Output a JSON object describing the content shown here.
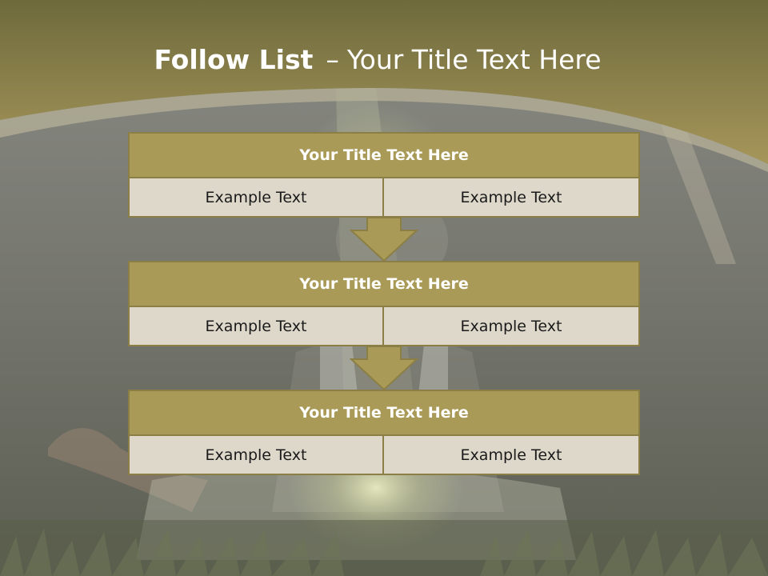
{
  "slide": {
    "title_bold": "Follow List",
    "title_separator": "–",
    "title_rest": "Your Title Text Here",
    "accent_color": "#a99a57",
    "cell_color": "#ded8cb"
  },
  "blocks": [
    {
      "title": "Your Title Text Here",
      "left": "Example Text",
      "right": "Example Text"
    },
    {
      "title": "Your Title Text Here",
      "left": "Example Text",
      "right": "Example Text"
    },
    {
      "title": "Your Title Text Here",
      "left": "Example Text",
      "right": "Example Text"
    }
  ]
}
